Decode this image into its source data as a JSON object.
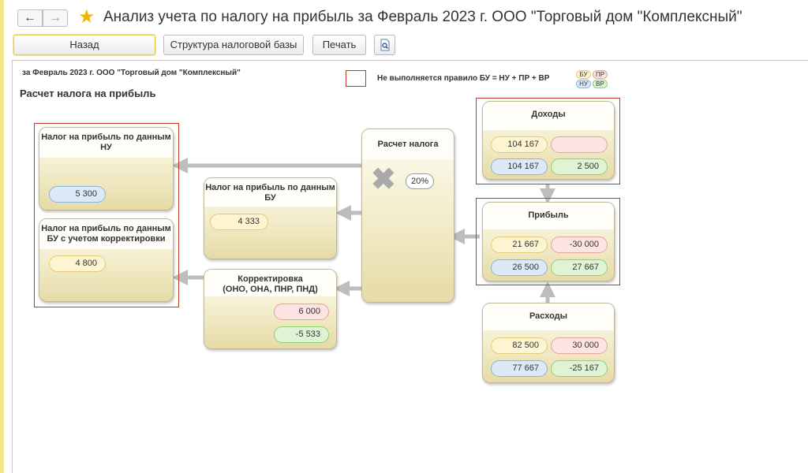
{
  "header": {
    "back_arrow": "←",
    "forward_arrow": "→",
    "favorite_glyph": "★",
    "title": "Анализ учета по налогу на прибыль за Февраль 2023 г. ООО \"Торговый дом \"Комплексный\""
  },
  "toolbar": {
    "back_label": "Назад",
    "structure_label": "Структура налоговой базы",
    "print_label": "Печать"
  },
  "report": {
    "subtitle": "за Февраль 2023 г. ООО \"Торговый дом \"Комплексный\"",
    "heading": "Расчет налога на прибыль",
    "legend_text": "Не выполняется правило БУ = НУ + ПР + ВР",
    "legend_chips": {
      "bu": "БУ",
      "pr": "ПР",
      "nu": "НУ",
      "vr": "ВР"
    }
  },
  "cards": {
    "income": {
      "title": "Доходы",
      "bu": "104 167",
      "pr": "",
      "nu": "104 167",
      "vr": "2 500"
    },
    "profit": {
      "title": "Прибыль",
      "bu": "21 667",
      "pr": "-30 000",
      "nu": "26 500",
      "vr": "27 667"
    },
    "expenses": {
      "title": "Расходы",
      "bu": "82 500",
      "pr": "30 000",
      "nu": "77 667",
      "vr": "-25 167"
    },
    "tax_calc": {
      "title": "Расчет налога",
      "rate": "20%"
    },
    "tax_bu": {
      "title_line1": "Налог на прибыль по данным",
      "title_line2": "БУ",
      "value": "4 333"
    },
    "adjustment": {
      "title_line1": "Корректировка",
      "title_line2": "(ОНО, ОНА, ПНР, ПНД)",
      "pr": "6 000",
      "vr": "-5 533"
    },
    "tax_nu": {
      "title_line1": "Налог на прибыль по данным",
      "title_line2": "НУ",
      "value": "5 300"
    },
    "tax_bu_adj": {
      "title_line1": "Налог на прибыль по данным",
      "title_line2": "БУ с учетом корректировки",
      "value": "4 800"
    }
  },
  "colors": {
    "accent_frame": "#c0392b",
    "bu": "#fdf4d2",
    "pr": "#fde4e3",
    "nu": "#dce9f7",
    "vr": "#dff4d4",
    "arrow": "#bdbdbd"
  }
}
